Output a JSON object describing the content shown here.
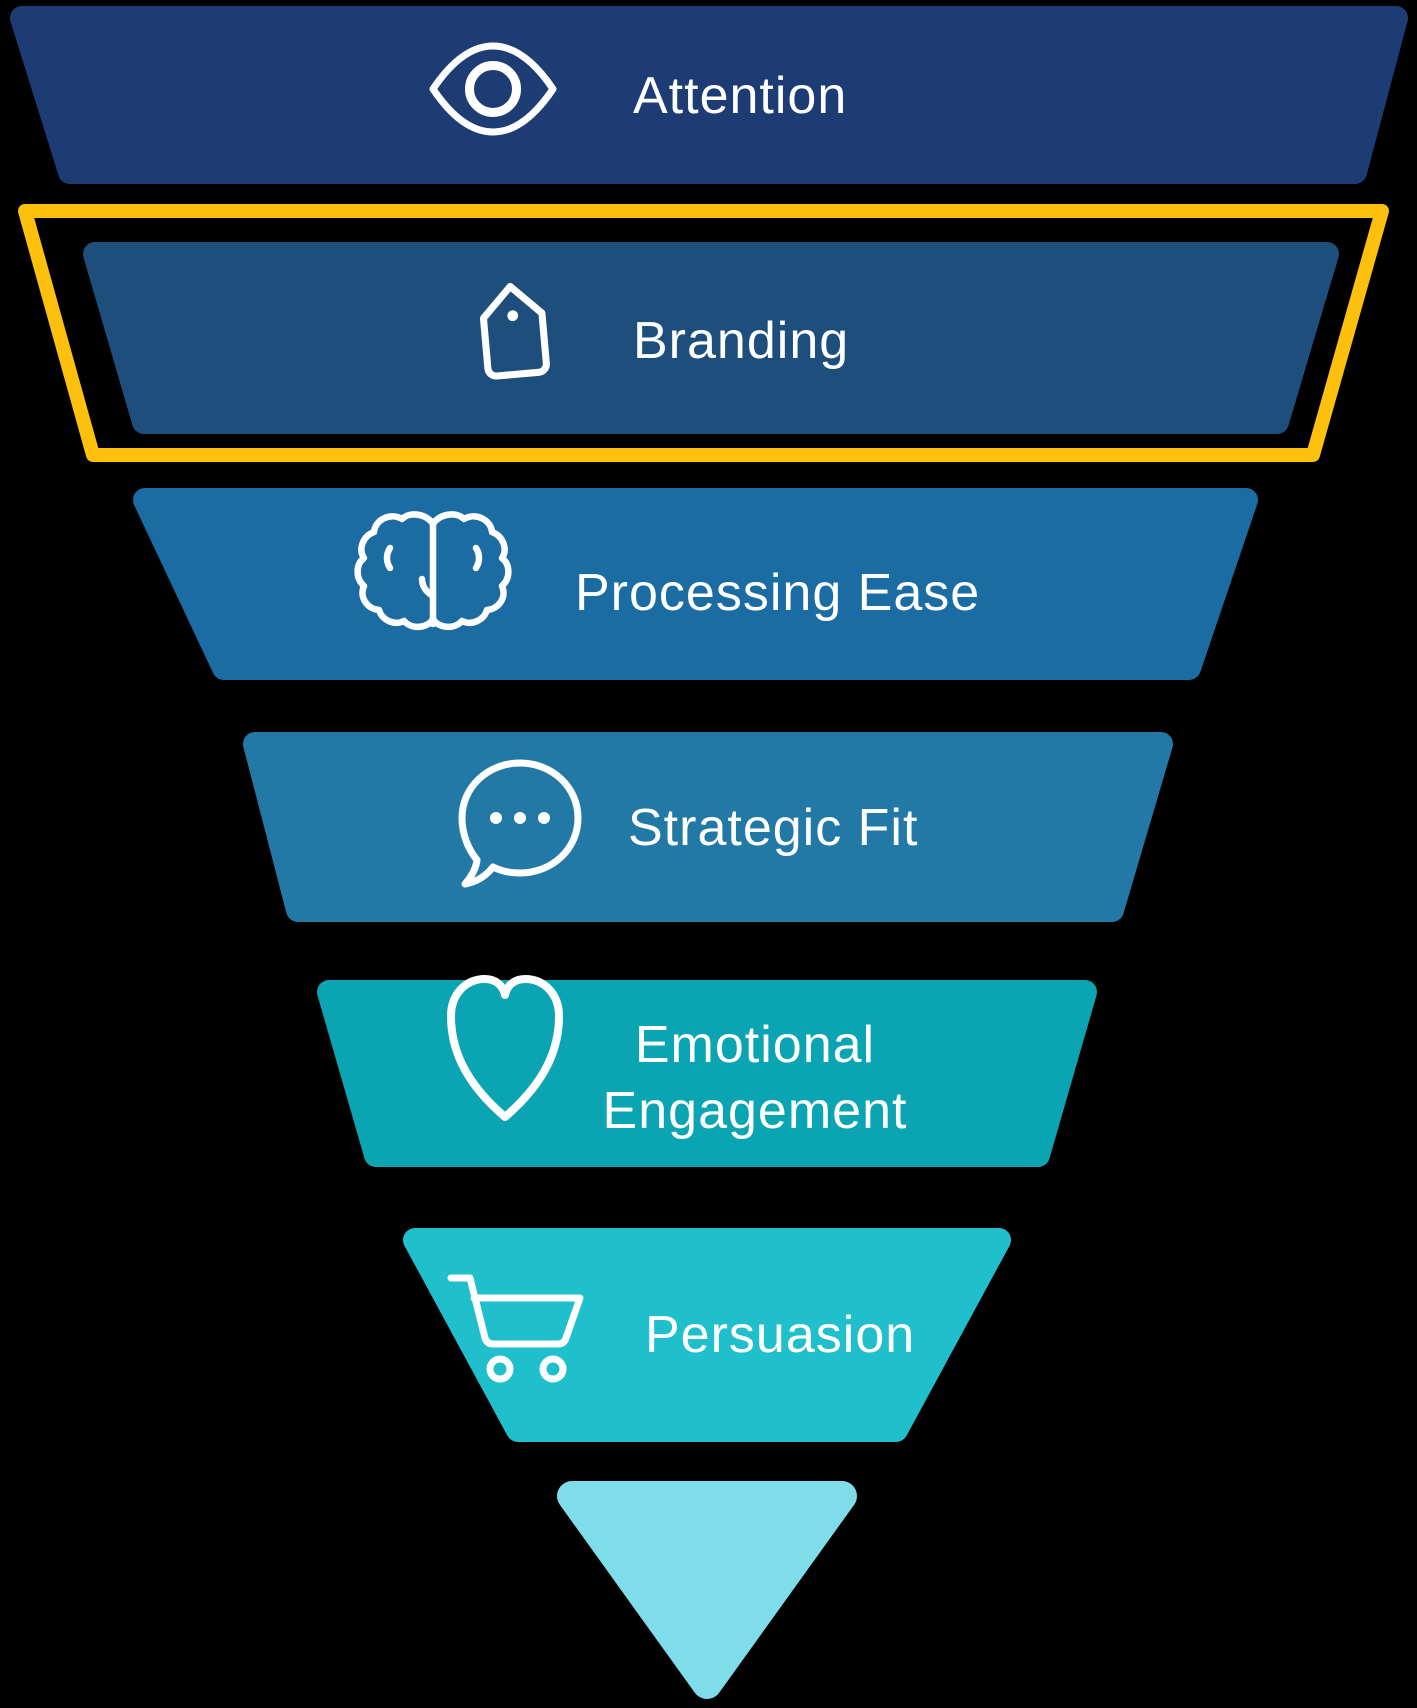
{
  "background_color": "#000000",
  "text_color": "#ffffff",
  "highlight": {
    "color": "#fcc00d",
    "highlighted_stage": "Branding"
  },
  "funnel": {
    "type": "inverted-funnel",
    "stages": [
      {
        "label": "Attention",
        "lines": [
          "Attention"
        ],
        "icon": "eye-icon",
        "color": "#1e3c74",
        "highlighted": false
      },
      {
        "label": "Branding",
        "lines": [
          "Branding"
        ],
        "icon": "price-tag-icon",
        "color": "#1e4f7c",
        "highlighted": true
      },
      {
        "label": "Processing Ease",
        "lines": [
          "Processing Ease"
        ],
        "icon": "brain-icon",
        "color": "#1a6ca2",
        "highlighted": false
      },
      {
        "label": "Strategic Fit",
        "lines": [
          "Strategic Fit"
        ],
        "icon": "speech-bubble-icon",
        "color": "#2279a6",
        "highlighted": false
      },
      {
        "label": "Emotional Engagement",
        "lines": [
          "Emotional",
          "Engagement"
        ],
        "icon": "heart-icon",
        "color": "#0ba4b3",
        "highlighted": false
      },
      {
        "label": "Persuasion",
        "lines": [
          "Persuasion"
        ],
        "icon": "shopping-cart-icon",
        "color": "#20bfcc",
        "highlighted": false
      },
      {
        "label": "",
        "lines": [],
        "icon": "",
        "color": "#7edde8",
        "highlighted": false
      }
    ]
  }
}
